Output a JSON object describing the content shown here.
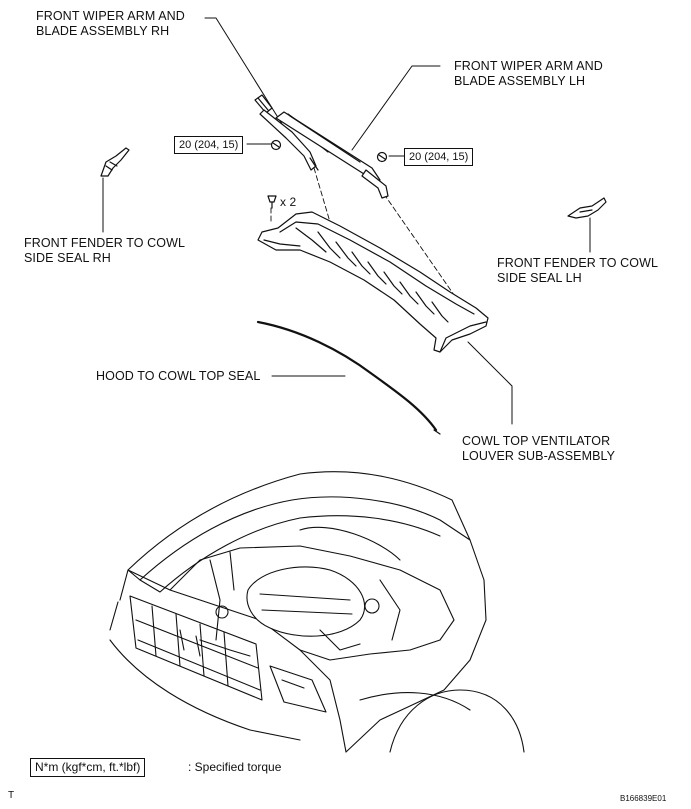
{
  "labels": {
    "wiper_rh": [
      "FRONT WIPER ARM AND",
      "BLADE ASSEMBLY RH"
    ],
    "wiper_lh": [
      "FRONT WIPER ARM AND",
      "BLADE ASSEMBLY LH"
    ],
    "fender_rh": [
      "FRONT FENDER TO COWL",
      "SIDE SEAL RH"
    ],
    "fender_lh": [
      "FRONT FENDER TO COWL",
      "SIDE SEAL LH"
    ],
    "hood_seal": "HOOD TO COWL TOP SEAL",
    "cowl_louver": [
      "COWL TOP VENTILATOR",
      "LOUVER SUB-ASSEMBLY"
    ],
    "bolt_qty": "x 2"
  },
  "torque": {
    "left": "20 (204, 15)",
    "right": "20 (204, 15)"
  },
  "legend": {
    "box": "N*m (kgf*cm, ft.*lbf)",
    "text": ": Specified torque"
  },
  "footer": {
    "left_mark": "T",
    "code": "B166839E01"
  }
}
